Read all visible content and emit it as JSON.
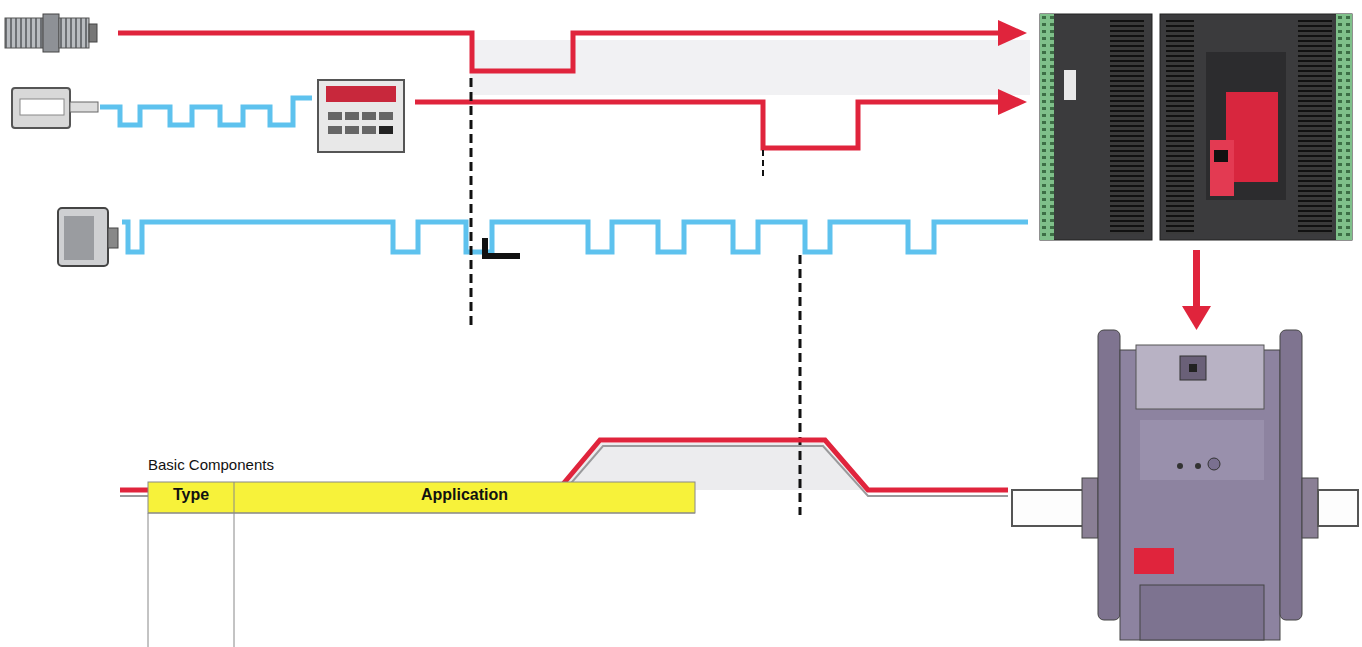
{
  "diagram": {
    "labels": [
      "Basic Components",
      "Type",
      "Application"
    ]
  }
}
